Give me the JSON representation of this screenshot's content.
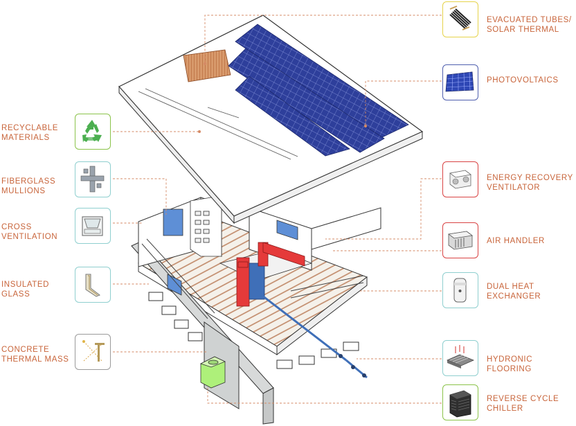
{
  "colors": {
    "label": "#c8643a",
    "leader": "#d58a65",
    "border_yellow": "#e6d34a",
    "border_blue": "#4f5fae",
    "border_green": "#8bc34a",
    "border_teal": "#8fcfcf",
    "border_red": "#d94343",
    "border_gray": "#9a9a9a"
  },
  "left_labels": [
    {
      "id": "recyclable",
      "line1": "RECYCLABLE",
      "line2": "MATERIALS",
      "icon": "recycle-icon"
    },
    {
      "id": "fiberglass",
      "line1": "FIBERGLASS",
      "line2": "MULLIONS",
      "icon": "mullion-icon"
    },
    {
      "id": "cross",
      "line1": "CROSS",
      "line2": "VENTILATION",
      "icon": "window-icon"
    },
    {
      "id": "insulated",
      "line1": "INSULATED",
      "line2": "GLASS",
      "icon": "glass-bracket-icon"
    },
    {
      "id": "concrete",
      "line1": "CONCRETE",
      "line2": "THERMAL MASS",
      "icon": "sun-angle-icon"
    }
  ],
  "right_labels": [
    {
      "id": "evacuated",
      "line1": "EVACUATED TUBES/",
      "line2": "SOLAR THERMAL",
      "icon": "evacuated-tube-icon"
    },
    {
      "id": "pv",
      "line1": "PHOTOVOLTAICS",
      "line2": "",
      "icon": "solar-panel-icon"
    },
    {
      "id": "erv",
      "line1": "ENERGY RECOVERY",
      "line2": "VENTILATOR",
      "icon": "ventilator-icon"
    },
    {
      "id": "ahu",
      "line1": "AIR HANDLER",
      "line2": "",
      "icon": "air-handler-icon"
    },
    {
      "id": "dhx",
      "line1": "DUAL HEAT",
      "line2": "EXCHANGER",
      "icon": "water-tank-icon"
    },
    {
      "id": "hydronic",
      "line1": "HYDRONIC",
      "line2": "FLOORING",
      "icon": "radiant-floor-icon"
    },
    {
      "id": "chiller",
      "line1": "REVERSE CYCLE",
      "line2": "CHILLER",
      "icon": "chiller-icon"
    }
  ]
}
